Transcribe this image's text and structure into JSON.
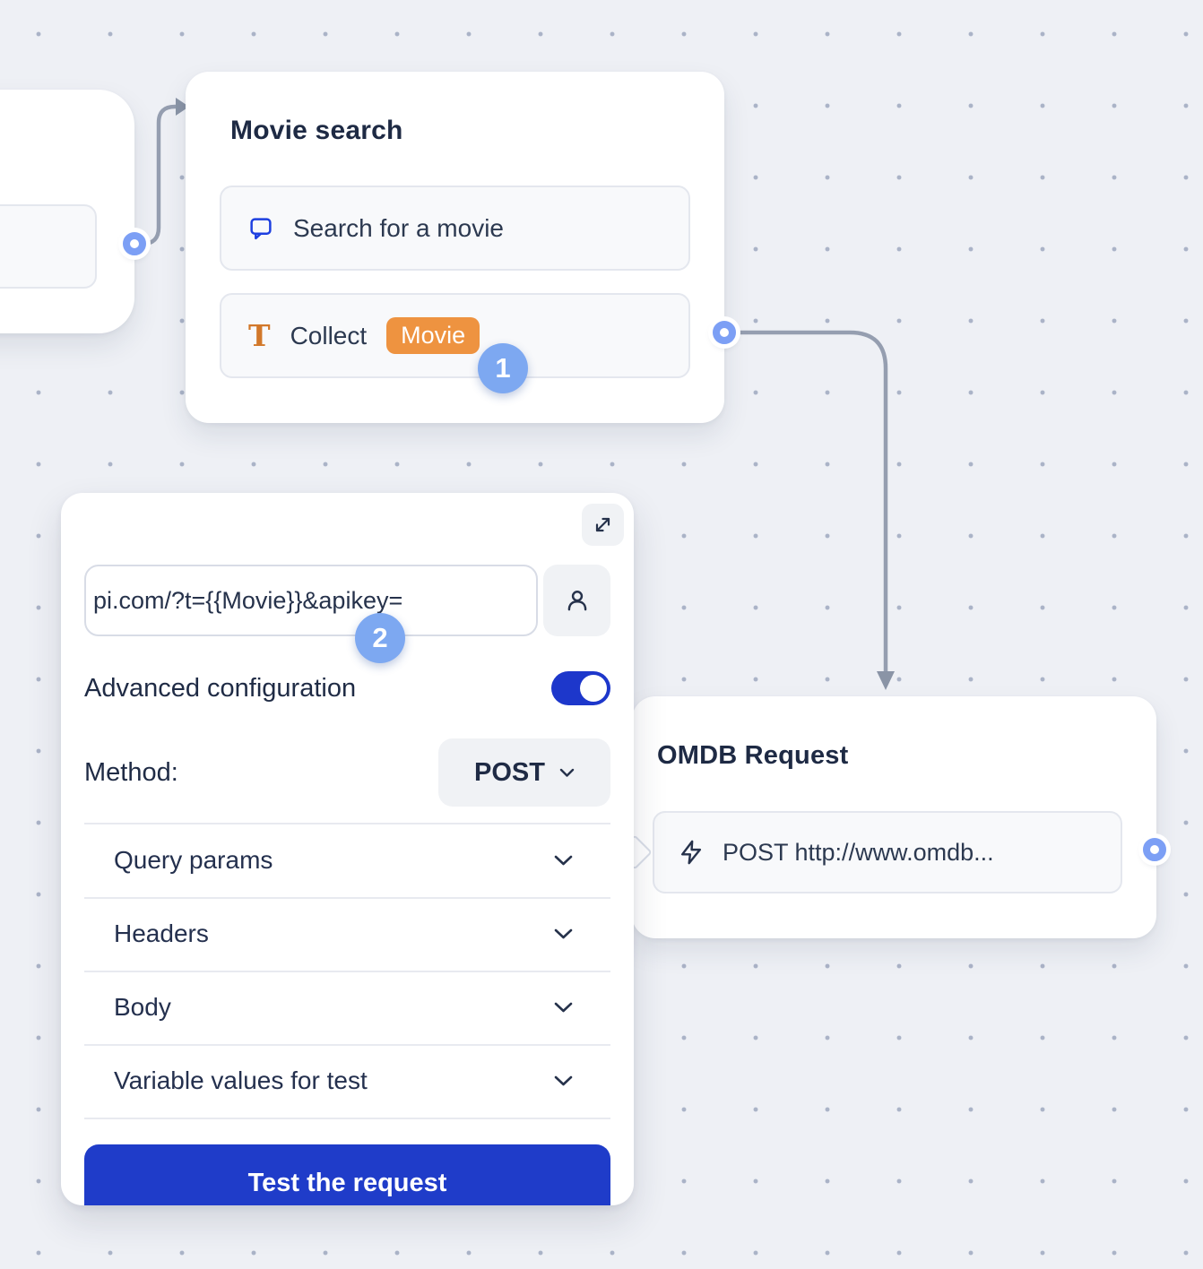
{
  "canvas": {
    "background_color": "#eef0f5",
    "dot_color": "#aab3c7"
  },
  "movie_search_node": {
    "title": "Movie search",
    "items": [
      {
        "icon": "chat-bubble-icon",
        "label": "Search for a movie"
      },
      {
        "icon": "collect-text-icon",
        "label": "Collect",
        "chip": "Movie"
      }
    ],
    "step_badge": "1"
  },
  "omdb_node": {
    "title": "OMDB Request",
    "item": {
      "icon": "lightning-icon",
      "label": "POST http://www.omdb..."
    }
  },
  "config_panel": {
    "url_input": {
      "value": "pi.com/?t={{Movie}}&apikey="
    },
    "step_badge": "2",
    "advanced_configuration_label": "Advanced configuration",
    "advanced_configuration_state": "on",
    "method_label": "Method:",
    "method_value": "POST",
    "sections": [
      {
        "label": "Query params"
      },
      {
        "label": "Headers"
      },
      {
        "label": "Body"
      },
      {
        "label": "Variable values for test"
      }
    ],
    "test_button_label": "Test the request"
  },
  "colors": {
    "accent_blue": "#1f3cc9",
    "toggle_blue": "#1d37cb",
    "badge_blue": "#7da8f1",
    "port_blue": "#7c9ff5",
    "chip_orange": "#ee9340",
    "icon_blue": "#1d3fe0",
    "icon_orange": "#d2782a",
    "connector_gray": "#959eb0",
    "title_text": "#1e2a44",
    "body_text": "#2c3950"
  }
}
